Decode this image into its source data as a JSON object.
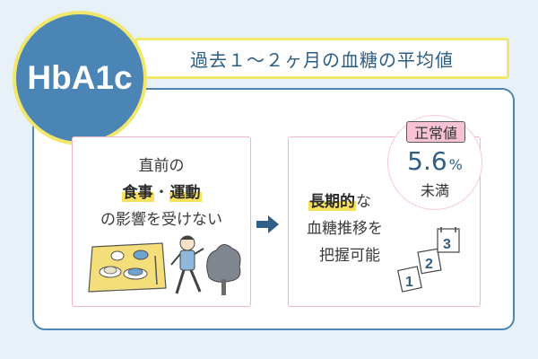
{
  "title_banner": "過去１〜２ヶ月の血糖の平均値",
  "hba1c_label": "HbA1c",
  "left_panel": {
    "line1": "直前の",
    "food_exercise_a": "食事",
    "separator": "・",
    "food_exercise_b": "運動",
    "line3": "の影響を受けない"
  },
  "right_panel": {
    "long_term": "長期的",
    "suffix": "な",
    "line2": "血糖推移を",
    "line3": "把握可能"
  },
  "normal_value": {
    "label": "正常値",
    "value": "5.6",
    "unit": "%",
    "qualifier": "未満"
  },
  "calendar_numbers": [
    "1",
    "2",
    "3"
  ],
  "colors": {
    "background": "#e8f1f8",
    "accent_blue": "#4a85b5",
    "accent_yellow": "#f1e86b",
    "highlight": "#f7e15c",
    "panel_border": "#f0b6c6",
    "badge_pink": "#f7c3d2",
    "text_dark": "#3b3b3b"
  }
}
